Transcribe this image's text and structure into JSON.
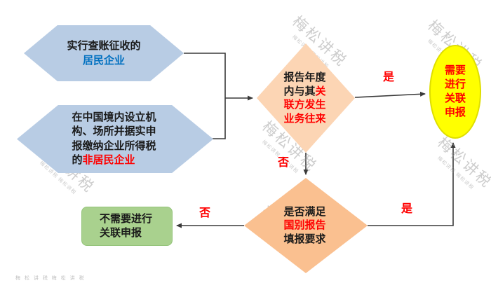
{
  "watermark": {
    "text": "梅松讲税",
    "sub": "梅松讲税 梅松讲税",
    "footer": "梅 松 讲 税   梅 松 讲 税"
  },
  "nodes": {
    "hex1": {
      "line_black": "实行查账征收的",
      "line_blue": "居民企业"
    },
    "hex2": {
      "text_black": "在中国境内设立机构、场所并据实申报缴纳企业所得税的",
      "text_red": "非居民企业"
    },
    "diamond1": {
      "text_black": "报告年度内与其",
      "text_red": "关联方发生业务往来"
    },
    "diamond2": {
      "text_black_1": "是否满足",
      "text_red": "国别报告",
      "text_black_2": "填报要求"
    },
    "need_filing": {
      "text": "需要进行关联申报"
    },
    "no_filing": {
      "text": "不需要进行关联申报"
    }
  },
  "labels": {
    "yes_to_filing": "是",
    "no_to_cbc": "否",
    "yes_cbc_to_filing": "是",
    "no_cbc_to_exempt": "否"
  },
  "colors": {
    "hexagon_fill": "#b8cce4",
    "diamond1_fill": "#fcd5b4",
    "diamond2_fill": "#fac090",
    "ellipse_fill": "#ffff00",
    "green_fill": "#a9d18e",
    "red_text": "#ff0000",
    "blue_text": "#0070c0"
  }
}
